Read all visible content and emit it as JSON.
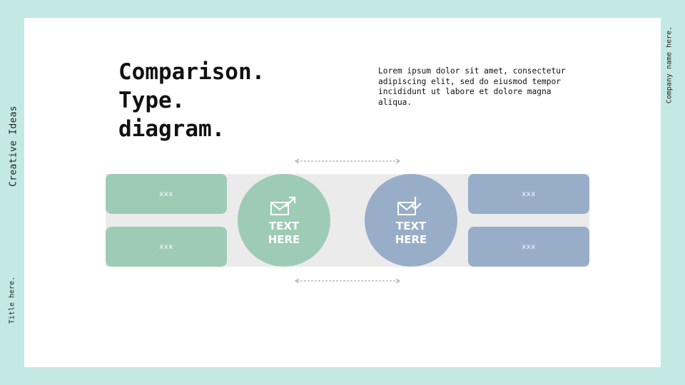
{
  "sidebar": {
    "brand": "Creative Ideas",
    "title": "Title here.",
    "company": "Company name here."
  },
  "slide": {
    "title_lines": [
      "Comparison.",
      "Type.",
      "diagram."
    ],
    "description": "Lorem ipsum dolor sit amet, consectetur adipiscing elit, sed do eiusmod tempor incididunt ut labore et dolore magna aliqua."
  },
  "diagram": {
    "left": {
      "color": "#9ecbb6",
      "boxes": [
        "xxx",
        "xxx"
      ],
      "circle_text": "TEXT\nHERE",
      "icon": "envelope-arrow-up-icon"
    },
    "right": {
      "color": "#98adc8",
      "boxes": [
        "xxx",
        "xxx"
      ],
      "circle_text": "TEXT\nHERE",
      "icon": "envelope-arrow-down-icon"
    }
  }
}
